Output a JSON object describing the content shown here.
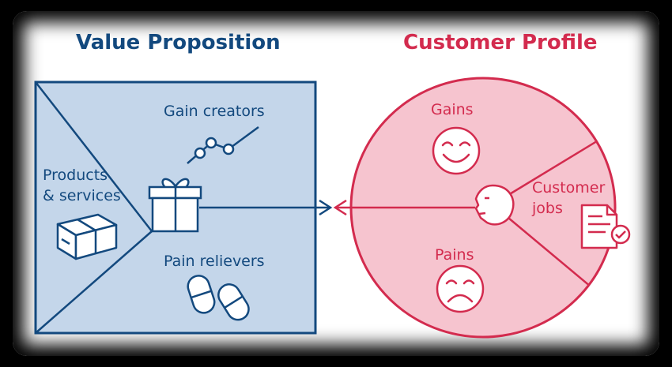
{
  "value_proposition": {
    "title": "Value Proposition",
    "gain_creators": "Gain creators",
    "products_line1": "Products",
    "products_line2": "& services",
    "pain_relievers": "Pain relievers"
  },
  "customer_profile": {
    "title": "Customer Profile",
    "gains": "Gains",
    "pains": "Pains",
    "jobs_line1": "Customer",
    "jobs_line2": "jobs"
  },
  "colors": {
    "blue": "#13497e",
    "blue_fill": "#c4d6ea",
    "red": "#d32b4e",
    "red_fill": "#f6c4cf"
  },
  "icons": {
    "gift": "gift-icon",
    "box": "box-icon",
    "line_chart": "line-chart-icon",
    "pills": "pills-icon",
    "smile": "smile-icon",
    "frown": "frown-icon",
    "face": "face-icon",
    "document": "document-check-icon"
  }
}
